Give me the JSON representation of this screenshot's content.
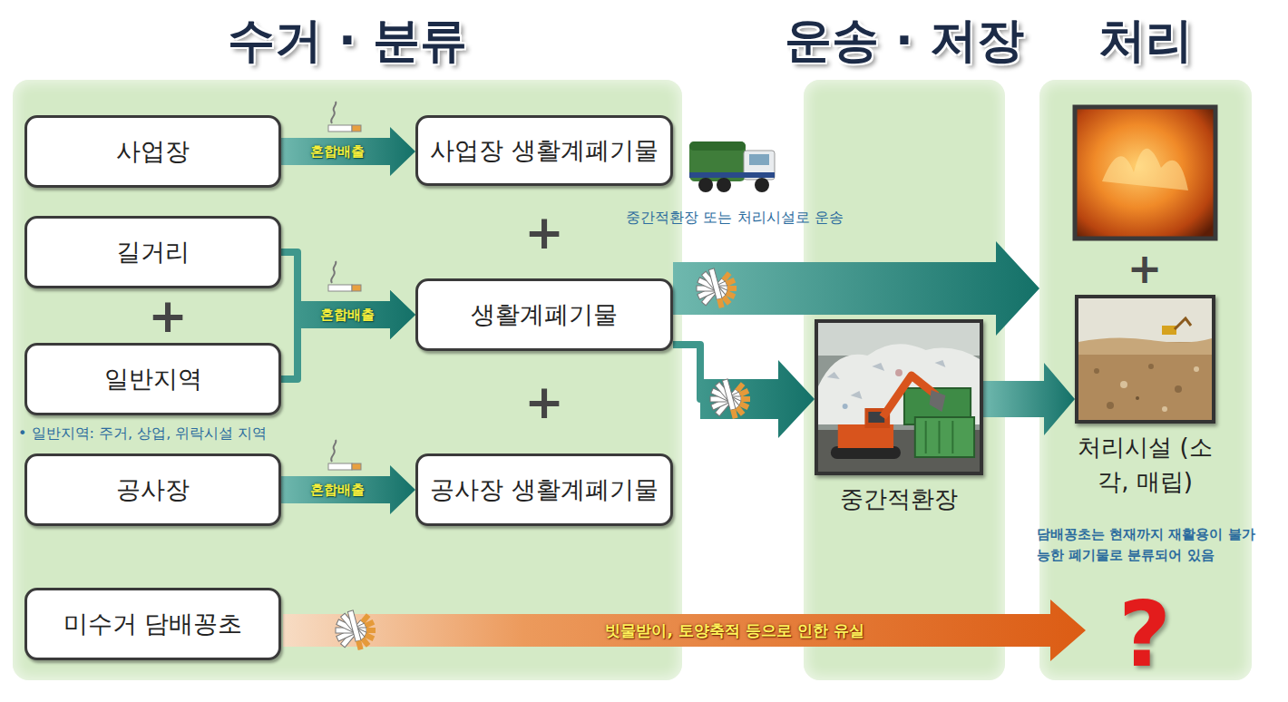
{
  "diagram": {
    "nodes": [
      {
        "text": [
          "수거 · 분류"
        ]
      },
      {
        "text": [
          "사업장"
        ],
        "in": 0
      },
      {
        "text": [
          "사업장 생활계폐기물"
        ],
        "in": 0
      },
      {
        "text": [
          "길거리"
        ],
        "in": 0
      },
      {
        "text": [
          "생활계폐기물"
        ],
        "in": 0
      },
      {
        "text": [
          "일반지역"
        ],
        "in": 0
      },
      {
        "text": [
          "공사장"
        ],
        "in": 0
      },
      {
        "text": [
          "공사장 생활계폐기물"
        ],
        "in": 0
      },
      {
        "text": [
          "미수거 담배꽁초"
        ],
        "in": 0
      },
      {
        "text": [
          "운송 · 저장"
        ]
      },
      {
        "text": [
          "중간적환장"
        ],
        "in": 9
      },
      {
        "text": [
          "처리"
        ]
      },
      {
        "text": [
          "처리시설 (소각, 매립)"
        ],
        "in": 11
      }
    ],
    "edges": [
      {
        "from": 1,
        "to": 2,
        "label": "혼합배출",
        "arrow": "to"
      },
      {
        "from": 3,
        "to": 4,
        "label": "혼합배출",
        "arrow": "to"
      },
      {
        "from": 5,
        "to": 4,
        "arrow": "to"
      },
      {
        "from": 6,
        "to": 7,
        "label": "혼합배출",
        "arrow": "to"
      },
      {
        "from": 4,
        "to": 11,
        "arrow": "to"
      },
      {
        "from": 4,
        "to": 10,
        "arrow": "to"
      },
      {
        "from": 10,
        "to": 12,
        "arrow": "to"
      }
    ],
    "labels": [
      "+",
      "+",
      "+",
      "• 일반지역: 주거, 상업, 위락시설 지역",
      "중간적환장 또는 처리시설로 운송",
      "+",
      "담배꽁초는 현재까지 재활용이 불가능한 폐기물로 분류되어 있음",
      "빗물받이, 토양축적 등으로 인한 유실",
      "?"
    ]
  }
}
